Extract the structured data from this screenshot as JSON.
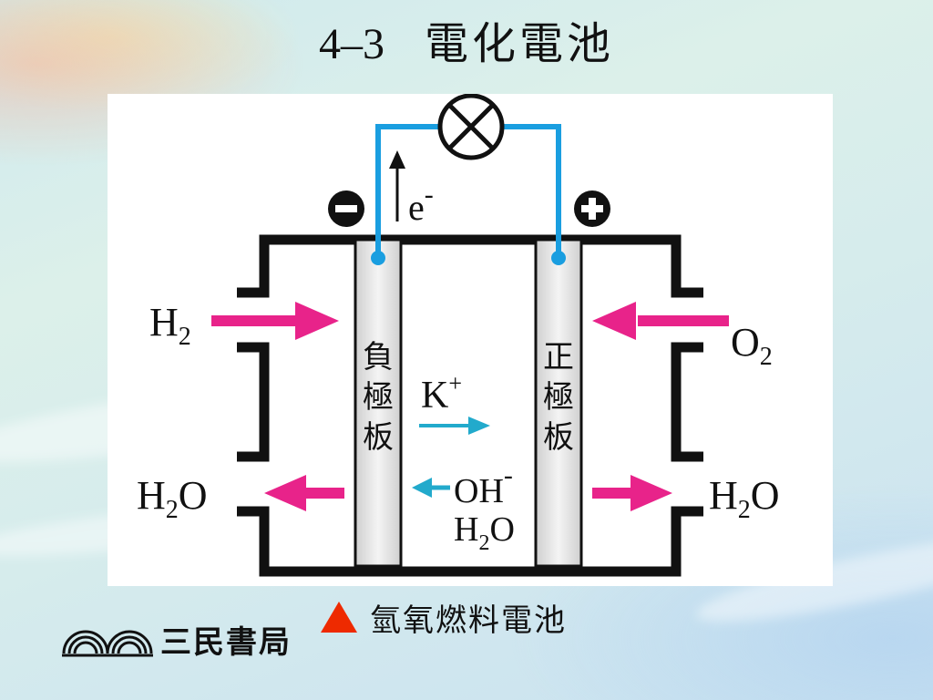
{
  "title": {
    "number": "4–3",
    "text": "電化電池"
  },
  "diagram": {
    "negative_sign": "−",
    "positive_sign": "+",
    "electron": "e",
    "electron_charge": "-",
    "anode_label": [
      "負",
      "極",
      "板"
    ],
    "cathode_label": [
      "正",
      "極",
      "板"
    ],
    "left_in_base": "H",
    "left_in_sub": "2",
    "left_out_base": "H",
    "left_out_sub": "2",
    "left_out_tail": "O",
    "right_in_base": "O",
    "right_in_sub": "2",
    "right_out_base": "H",
    "right_out_sub": "2",
    "right_out_tail": "O",
    "cation": "K",
    "cation_charge": "+",
    "anion": "OH",
    "anion_charge": "-",
    "water_base": "H",
    "water_sub": "2",
    "water_tail": "O"
  },
  "caption": {
    "text": "氫氧燃料電池"
  },
  "publisher": {
    "name": "三民書局"
  },
  "colors": {
    "wire": "#1a9ee0",
    "arrow_magenta": "#e8238a",
    "arrow_cyan": "#22aacc",
    "frame": "#111111",
    "triangle": "#ee2a00"
  }
}
